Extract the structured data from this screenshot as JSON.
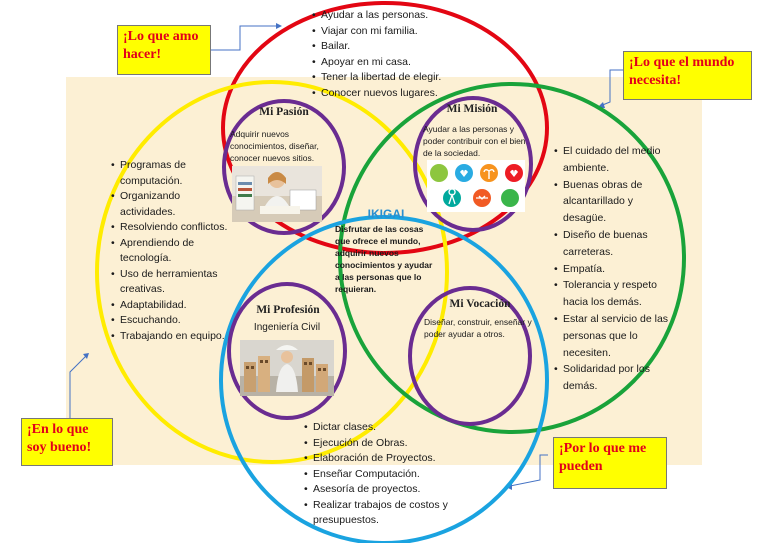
{
  "callouts": {
    "love": "¡Lo que amo hacer!",
    "world_needs": "¡Lo que el mundo necesita!",
    "good_at": "¡En lo que soy bueno!",
    "paid_for": "¡Por lo que me pueden"
  },
  "lists": {
    "love": [
      "Ayudar a las personas.",
      "Viajar con mi familia.",
      "Bailar.",
      "Apoyar en mi casa.",
      "Tener la libertad de elegir.",
      "Conocer nuevos lugares."
    ],
    "good_at": [
      "Programas de computación.",
      "Organizando actividades.",
      "Resolviendo conflictos.",
      "Aprendiendo de tecnología.",
      "Uso de herramientas creativas.",
      "Adaptabilidad.",
      "Escuchando.",
      "Trabajando en equipo."
    ],
    "world_needs": [
      "El cuidado del medio ambiente.",
      "Buenas obras de alcantarillado y desagüe.",
      "Diseño de buenas carreteras.",
      "Empatía.",
      "Tolerancia y respeto hacia los demás.",
      "Estar al servicio de las personas que lo necesiten.",
      "Solidaridad por los demás."
    ],
    "paid_for": [
      "Dictar clases.",
      "Ejecución de Obras.",
      "Elaboración de Proyectos.",
      "Enseñar Computación.",
      "Asesoría de proyectos.",
      "Realizar trabajos de costos y presupuestos."
    ]
  },
  "inner": {
    "pasion": {
      "title": "Mi Pasión",
      "text": "Adquirir nuevos conocimientos, diseñar, conocer nuevos sitios."
    },
    "mision": {
      "title": "Mi Misión",
      "text": "Ayudar a las personas y poder contribuir con el bien de la sociedad."
    },
    "profesion": {
      "title": "Mi Profesión",
      "subtitle": "Ingeniería Civil"
    },
    "vocacion": {
      "title": "Mi Vocación",
      "text": "Diseñar, construir, enseñar y poder ayudar a otros."
    }
  },
  "center": {
    "title": "IKIGAI",
    "text": "Disfrutar de las cosas que ofrece el mundo, adquirir nuevos conocimientos y ayudar a las personas que lo requieran."
  },
  "colors": {
    "love": "#e30613",
    "world_needs": "#19a33a",
    "good_at": "#ffec00",
    "paid_for": "#1aa3e0",
    "inner": "#6a2c91",
    "background": "#fcf0d4",
    "callout_bg": "#ffff00",
    "callout_text": "#e2001a",
    "center_title": "#2a8fd0"
  },
  "icons": [
    "sustainability-icon",
    "heart-hand-icon",
    "plant-icon",
    "care-hands-icon",
    "ribbon-icon",
    "handshake-icon"
  ]
}
